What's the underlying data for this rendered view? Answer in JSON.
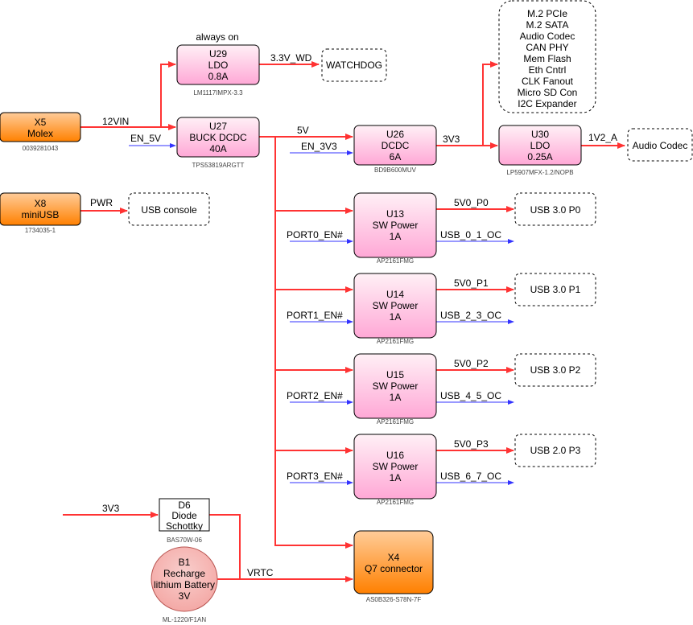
{
  "components": {
    "x5": {
      "ref": "X5",
      "name": "Molex",
      "part": "0039281043"
    },
    "x8": {
      "ref": "X8",
      "name": "miniUSB",
      "part": "1734035-1"
    },
    "u29": {
      "ref": "U29",
      "name": "LDO",
      "rating": "0.8A",
      "part": "LM1117IMPX-3.3",
      "note": "always on"
    },
    "u27": {
      "ref": "U27",
      "name": "BUCK DCDC",
      "rating": "40A",
      "part": "TPS53819ARGTT"
    },
    "u26": {
      "ref": "U26",
      "name": "DCDC",
      "rating": "6A",
      "part": "BD9B600MUV"
    },
    "u30": {
      "ref": "U30",
      "name": "LDO",
      "rating": "0.25A",
      "part": "LP5907MFX-1.2/NOPB"
    },
    "u13": {
      "ref": "U13",
      "name": "SW Power",
      "rating": "1A",
      "part": "AP2161FMG"
    },
    "u14": {
      "ref": "U14",
      "name": "SW Power",
      "rating": "1A",
      "part": "AP2161FMG"
    },
    "u15": {
      "ref": "U15",
      "name": "SW Power",
      "rating": "1A",
      "part": "AP2161FMG"
    },
    "u16": {
      "ref": "U16",
      "name": "SW Power",
      "rating": "1A",
      "part": "AP2161FMG"
    },
    "x4": {
      "ref": "X4",
      "name": "Q7 connector",
      "part": "AS0B326-S78N-7F"
    },
    "d6": {
      "ref": "D6",
      "name": "Diode",
      "sub": "Schottky",
      "part": "BAS70W-06"
    },
    "b1": {
      "ref": "B1",
      "name": "Recharge",
      "sub": "lithium Battery",
      "rating": "3V",
      "part": "ML-1220/F1AN"
    }
  },
  "loads": {
    "watchdog": "WATCHDOG",
    "usb_console": "USB console",
    "audio_codec": "Audio Codec",
    "usb_p0": "USB 3.0 P0",
    "usb_p1": "USB 3.0 P1",
    "usb_p2": "USB 3.0 P2",
    "usb_p3": "USB 2.0 P3",
    "peripherals": [
      "M.2 PCIe",
      "M.2 SATA",
      "Audio Codec",
      "CAN PHY",
      "Mem Flash",
      "Eth Cntrl",
      "CLK Fanout",
      "Micro SD Con",
      "I2C Expander"
    ]
  },
  "nets": {
    "v12in": "12VIN",
    "en_5v": "EN_5V",
    "v33_wd": "3.3V_WD",
    "pwr": "PWR",
    "v5": "5V",
    "en_3v3": "EN_3V3",
    "v3v3": "3V3",
    "v1v2_a": "1V2_A",
    "v5_p0": "5V0_P0",
    "v5_p1": "5V0_P1",
    "v5_p2": "5V0_P2",
    "v5_p3": "5V0_P3",
    "port0_en": "PORT0_EN#",
    "port1_en": "PORT1_EN#",
    "port2_en": "PORT2_EN#",
    "port3_en": "PORT3_EN#",
    "usb01_oc": "USB_0_1_OC",
    "usb23_oc": "USB_2_3_OC",
    "usb45_oc": "USB_4_5_OC",
    "usb67_oc": "USB_6_7_OC",
    "d6_in": "3V3",
    "vrtc": "VRTC"
  }
}
